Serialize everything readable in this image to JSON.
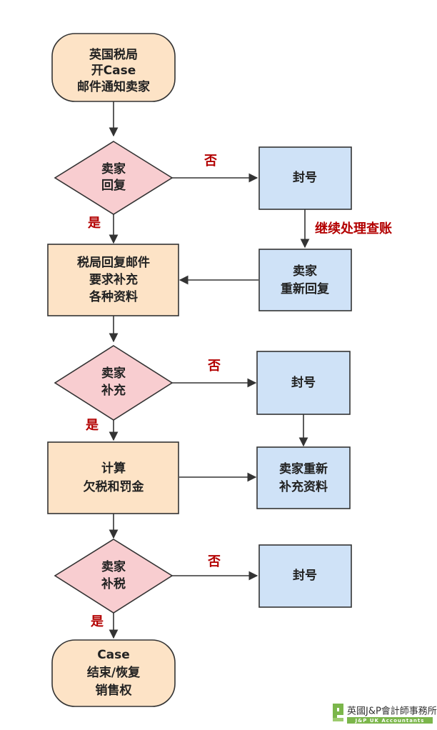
{
  "colors": {
    "terminal_fill": "#fde3c6",
    "process_fill": "#fde3c6",
    "decision_fill": "#f8cdd0",
    "action_fill": "#cfe2f7",
    "stroke": "#333333",
    "label": "#b30000",
    "logo_green": "#7bb64b"
  },
  "nodes": {
    "start": {
      "lines": [
        "英国税局",
        "开Case",
        "邮件通知卖家"
      ]
    },
    "d1": {
      "lines": [
        "卖家",
        "回复"
      ]
    },
    "suspend1": {
      "lines": [
        "封号"
      ]
    },
    "p1": {
      "lines": [
        "税局回复邮件",
        "要求补充",
        "各种资料"
      ]
    },
    "reply1": {
      "lines": [
        "卖家",
        "重新回复"
      ]
    },
    "d2": {
      "lines": [
        "卖家",
        "补充"
      ]
    },
    "suspend2": {
      "lines": [
        "封号"
      ]
    },
    "p2": {
      "lines": [
        "计算",
        "欠税和罚金"
      ]
    },
    "resupply": {
      "lines": [
        "卖家重新",
        "补充资料"
      ]
    },
    "d3": {
      "lines": [
        "卖家",
        "补税"
      ]
    },
    "suspend3": {
      "lines": [
        "封号"
      ]
    },
    "end": {
      "lines": [
        "Case",
        "结束/恢复",
        "销售权"
      ]
    }
  },
  "labels": {
    "no1": "否",
    "yes1": "是",
    "continue": "继续处理查账",
    "no2": "否",
    "yes2": "是",
    "no3": "否",
    "yes3": "是"
  },
  "logo": {
    "name_cn": "英國J&P會計師事務所",
    "name_en": "J&P UK Accountants"
  }
}
